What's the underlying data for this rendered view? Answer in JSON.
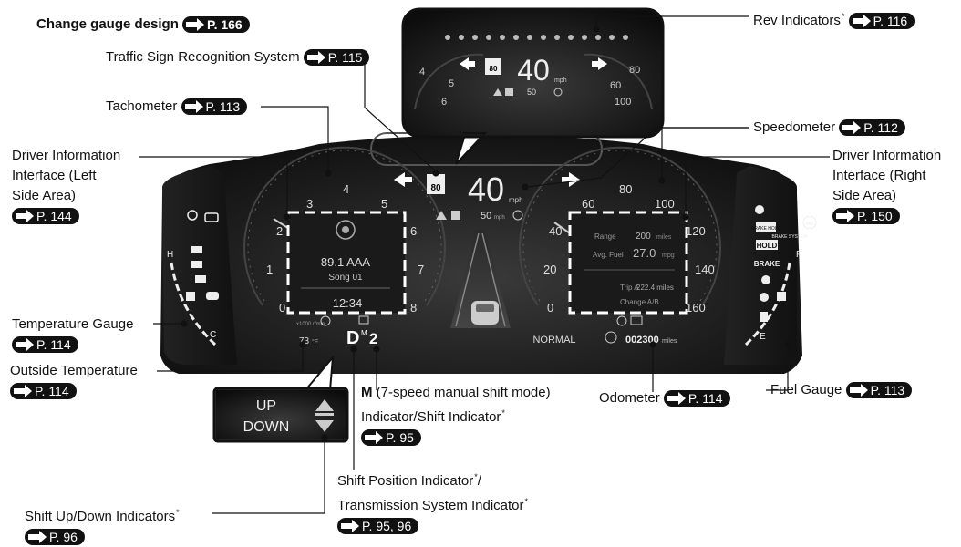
{
  "labels": {
    "change_gauge": {
      "text": "Change gauge design",
      "page": "P. 166"
    },
    "tsr": {
      "text": "Traffic Sign Recognition System",
      "page": "P. 115"
    },
    "tachometer": {
      "text": "Tachometer",
      "page": "P. 113"
    },
    "dii_left": {
      "line1": "Driver Information",
      "line2": "Interface (Left",
      "line3": "Side Area)",
      "page": "P. 144"
    },
    "temp_gauge": {
      "text": "Temperature Gauge",
      "page": "P. 114"
    },
    "outside_temp": {
      "text": "Outside Temperature",
      "page": "P. 114"
    },
    "rev": {
      "text": "Rev Indicators",
      "mark": "*",
      "page": "P. 116"
    },
    "speedometer": {
      "text": "Speedometer",
      "page": "P. 112"
    },
    "dii_right": {
      "line1": "Driver Information",
      "line2": "Interface (Right",
      "line3": "Side Area)",
      "page": "P. 150"
    },
    "fuel": {
      "text": "Fuel Gauge",
      "page": "P. 113"
    },
    "odometer": {
      "text": "Odometer",
      "page": "P. 114"
    },
    "m_shift": {
      "m": "M",
      "line1": " (7-speed manual shift mode)",
      "line2": "Indicator/Shift Indicator",
      "mark": "*",
      "page": "P. 95"
    },
    "shift_pos": {
      "line1": "Shift Position Indicator",
      "mark1": "*",
      "line1b": "/",
      "line2": "Transmission System Indicator",
      "mark2": "*",
      "page": "P. 95, 96"
    },
    "shift_updown": {
      "text": "Shift Up/Down Indicators",
      "mark": "*",
      "page": "P. 96"
    }
  },
  "cluster": {
    "speed": "40",
    "speed_unit": "mph",
    "speed_limit_sign": "80",
    "set_speed": "50",
    "set_speed_unit": "mph",
    "tach_ticks": [
      "0",
      "1",
      "2",
      "3",
      "4",
      "5",
      "6",
      "7",
      "8"
    ],
    "tach_unit": "x1000 r/min",
    "speedo_ticks": [
      "0",
      "20",
      "40",
      "60",
      "80",
      "100",
      "120",
      "140",
      "160"
    ],
    "audio_station": "89.1 AAA",
    "audio_song": "Song 01",
    "audio_time": "12:34",
    "outside_temp": "73",
    "outside_temp_unit": "°F",
    "gear": "D",
    "gear_mode": "M",
    "gear_number": "2",
    "drive_mode": "NORMAL",
    "odometer": "002300",
    "odometer_unit": "miles",
    "temp_h": "H",
    "temp_c": "C",
    "fuel_f": "F",
    "fuel_e": "E",
    "right_info": {
      "row1_label": "Range",
      "row1_value": "200",
      "row1_unit": "miles",
      "row2_label": "Avg. Fuel",
      "row2_value": "27.0",
      "row2_unit": "mpg",
      "row3_label": "Trip A",
      "row3_value": "222.4 miles",
      "row4": "Change A/B"
    },
    "brake_hold_label": "BRAKE HOLD",
    "hold_label": "HOLD",
    "brake_label": "BRAKE",
    "brake_system_label": "BRAKE SYSTEM",
    "abs_label": "ABS",
    "inset_speed": "40",
    "inset_unit": "mph",
    "inset_sign": "80",
    "inset_set_speed": "50",
    "inset_ticks_left": [
      "4",
      "5",
      "6"
    ],
    "inset_ticks_right": [
      "60",
      "80",
      "100"
    ],
    "updown_up": "UP",
    "updown_down": "DOWN"
  }
}
